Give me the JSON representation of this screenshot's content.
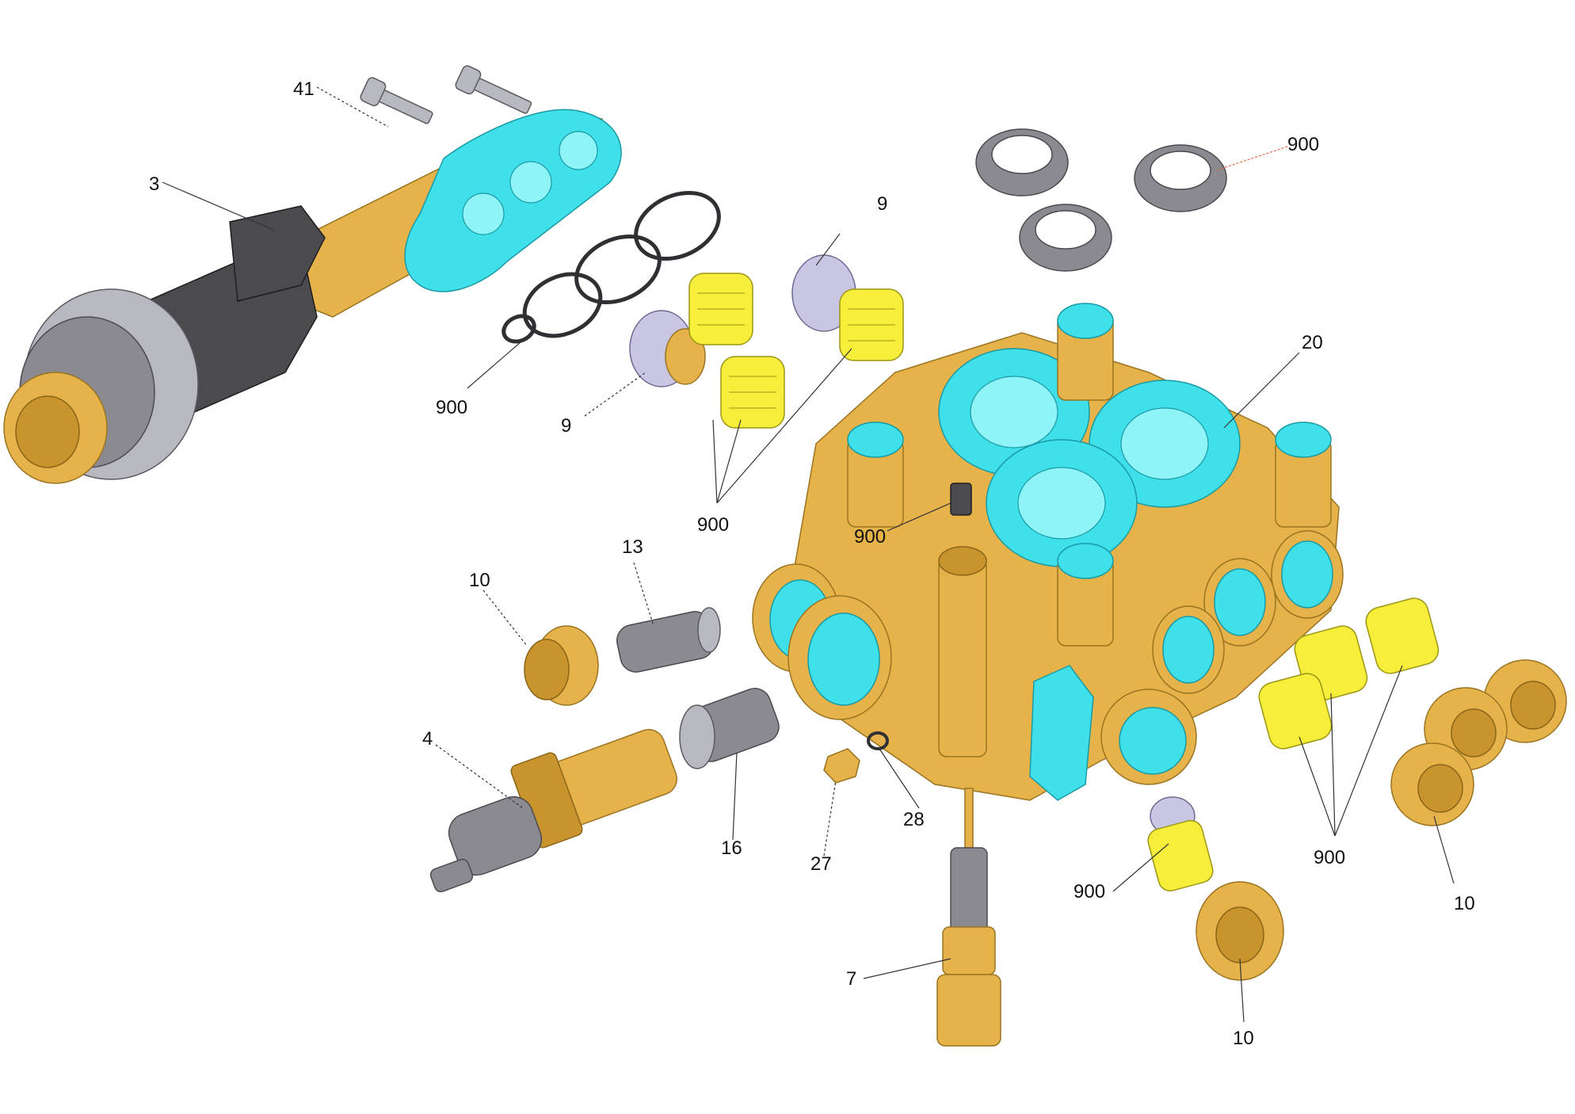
{
  "callouts": {
    "c41": "41",
    "c3": "3",
    "c900_orings": "900",
    "c9_left": "9",
    "c9_right": "9",
    "c900_valves": "900",
    "c900_top": "900",
    "c20": "20",
    "c900_center": "900",
    "c13": "13",
    "c10_left": "10",
    "c4": "4",
    "c16": "16",
    "c27": "27",
    "c28": "28",
    "c7": "7",
    "c900_bottom": "900",
    "c10_bottom": "10",
    "c900_right": "900",
    "c10_right": "10"
  },
  "colors": {
    "brass": "#e6b24a",
    "cyan": "#3fe0ea",
    "grey": "#8a8a90",
    "yellow": "#f6ee3a",
    "lilac": "#c9c6e4",
    "leader_highlight": "#e86a4a"
  }
}
